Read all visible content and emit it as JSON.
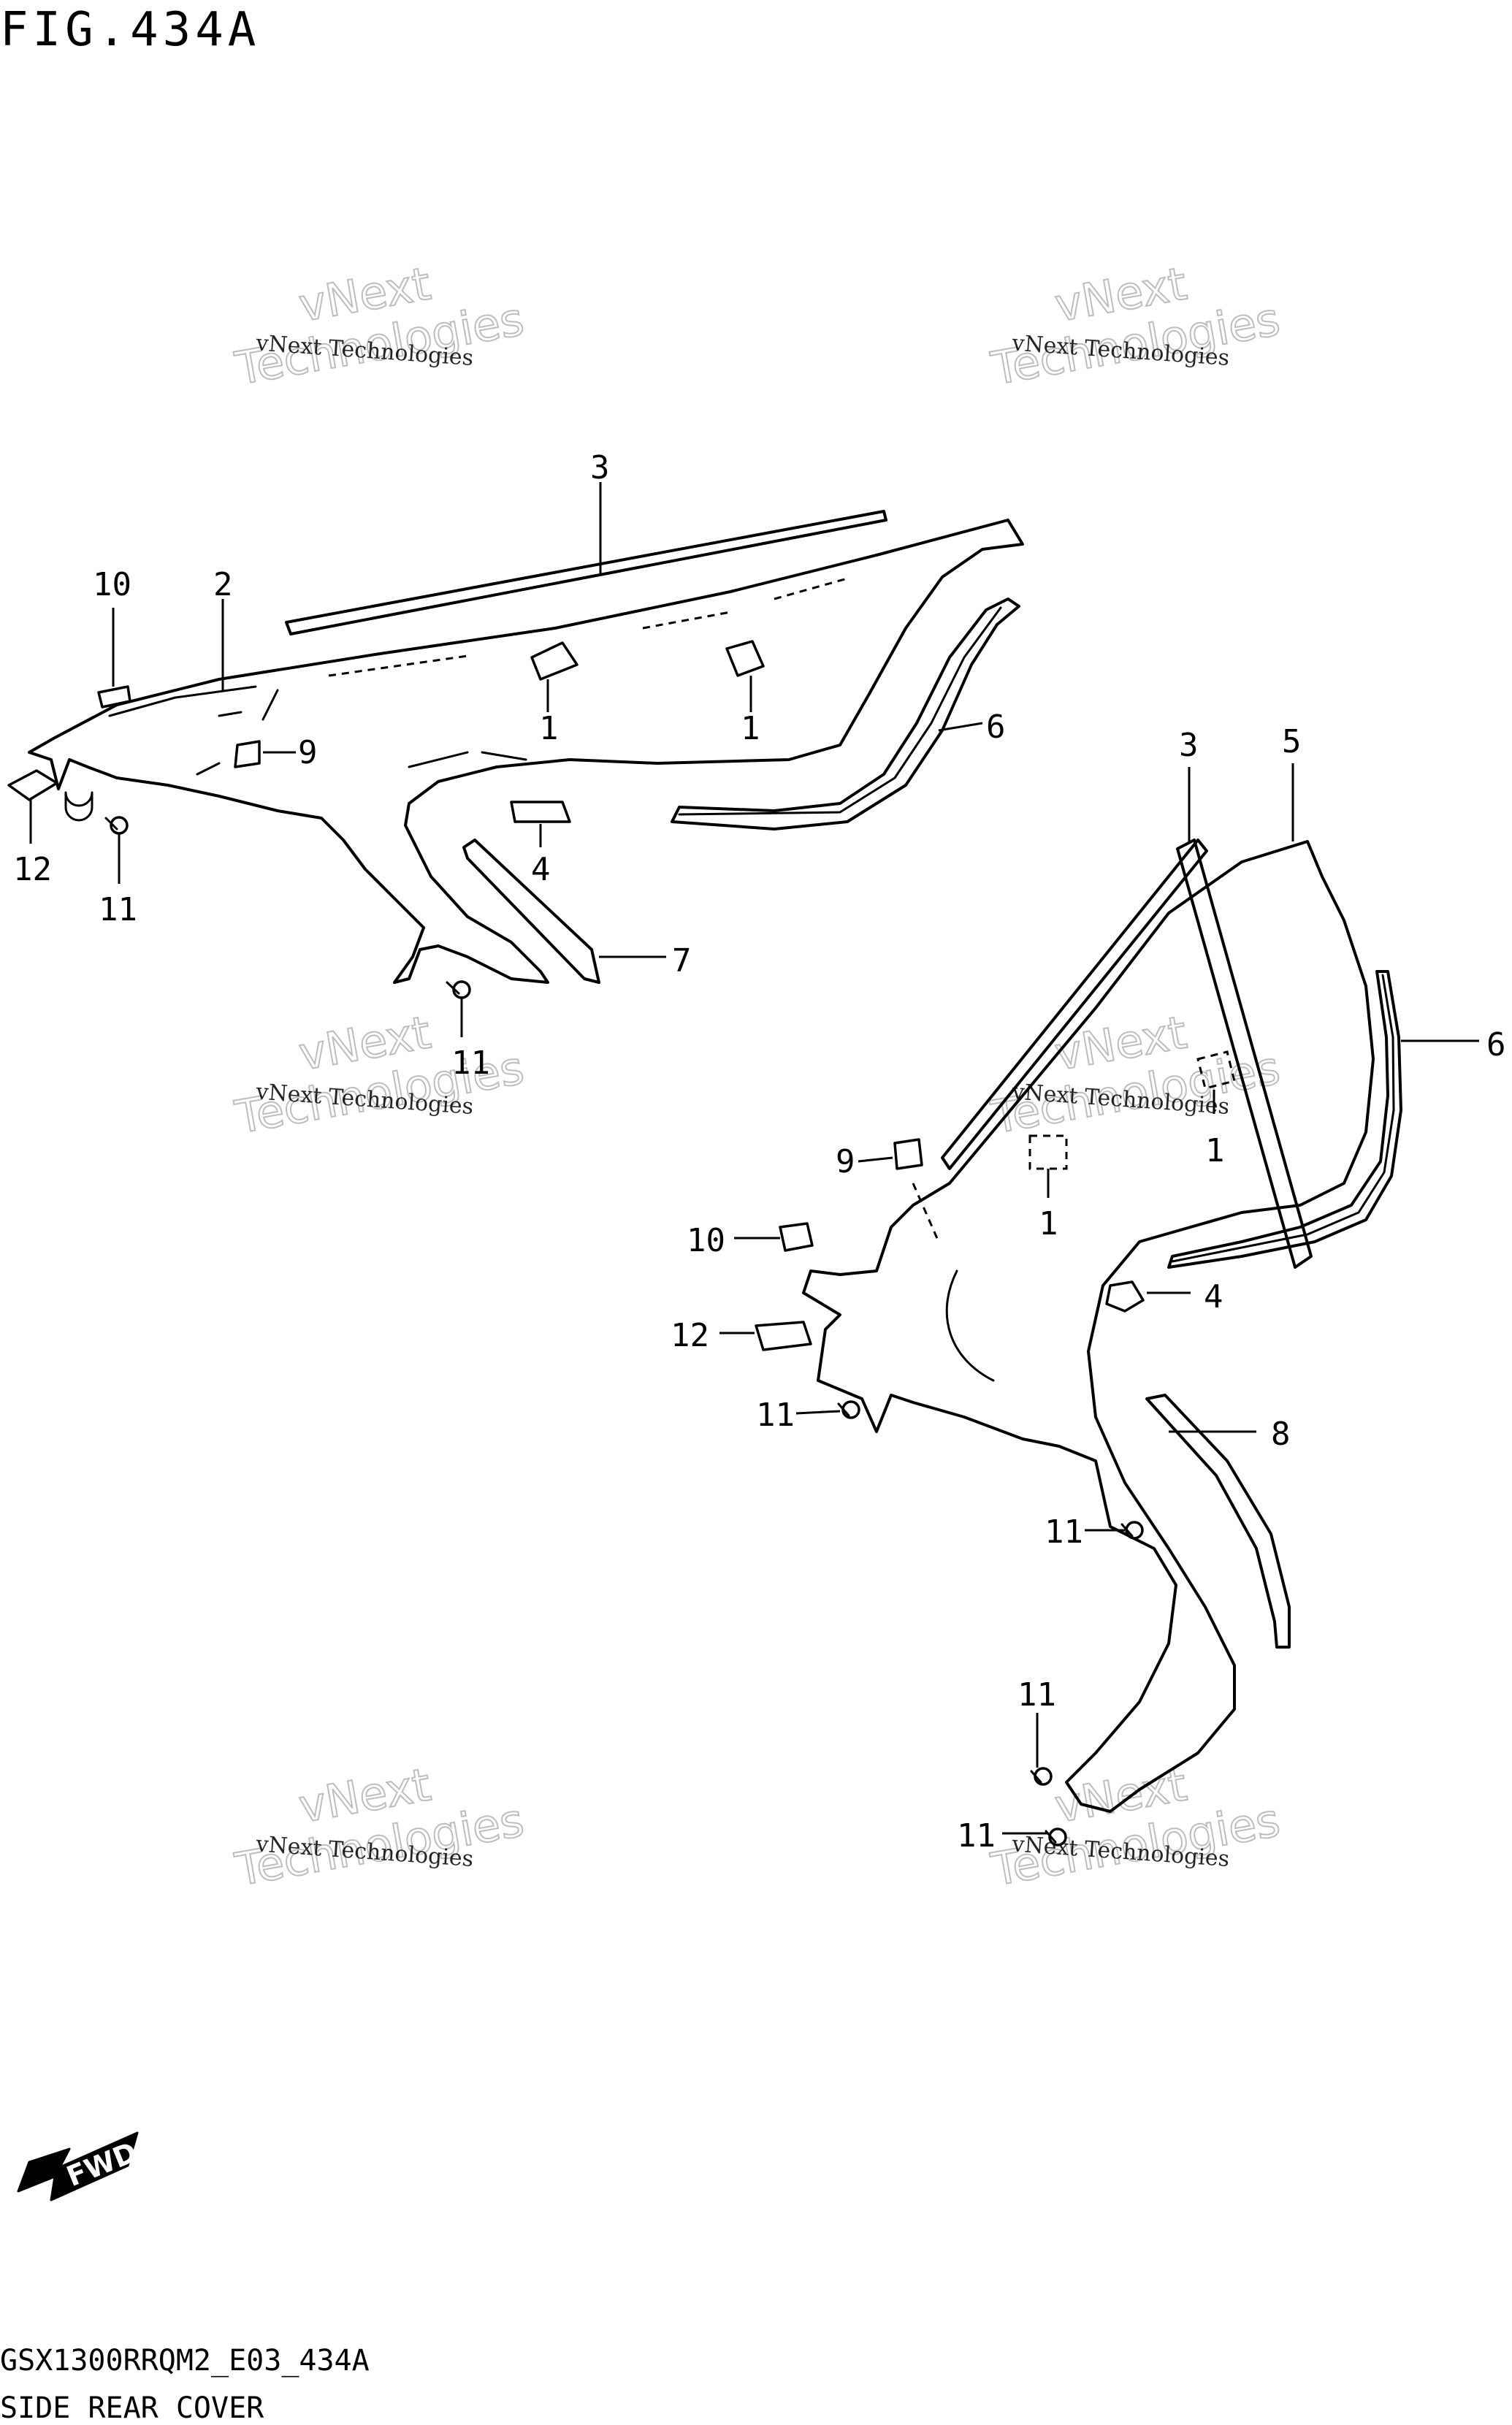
{
  "title": "FIG.434A",
  "footer": {
    "code": "GSX1300RRQM2_E03_434A",
    "name": "SIDE REAR COVER"
  },
  "watermark": {
    "line1": "vNext Technologies",
    "line2": "vNext",
    "line3": "Technologies"
  },
  "direction_badge": "FWD",
  "callouts": {
    "c1a": "1",
    "c1b": "1",
    "c1c": "1",
    "c1d": "1",
    "c2": "2",
    "c3a": "3",
    "c3b": "3",
    "c4a": "4",
    "c4b": "4",
    "c5": "5",
    "c6a": "6",
    "c6b": "6",
    "c7": "7",
    "c8": "8",
    "c9a": "9",
    "c9b": "9",
    "c10a": "10",
    "c10b": "10",
    "c11a": "11",
    "c11b": "11",
    "c11c": "11",
    "c11d": "11",
    "c11e": "11",
    "c11f": "11",
    "c12a": "12",
    "c12b": "12"
  }
}
